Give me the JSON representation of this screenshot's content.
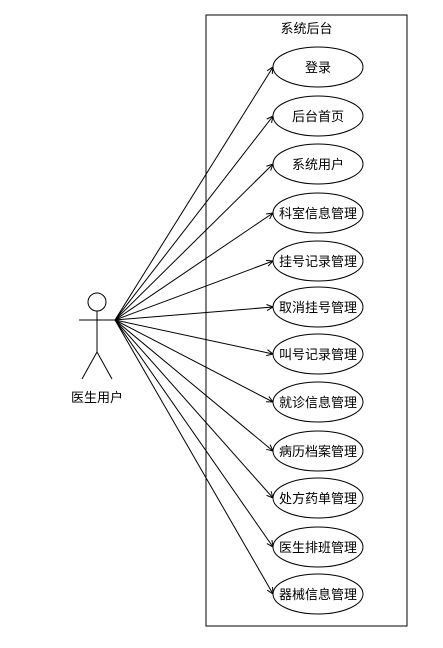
{
  "system": {
    "title": "系统后台"
  },
  "actor": {
    "label": "医生用户"
  },
  "use_cases": [
    "登录",
    "后台首页",
    "系统用户",
    "科室信息管理",
    "挂号记录管理",
    "取消挂号管理",
    "叫号记录管理",
    "就诊信息管理",
    "病历档案管理",
    "处方药单管理",
    "医生排班管理",
    "器械信息管理"
  ]
}
